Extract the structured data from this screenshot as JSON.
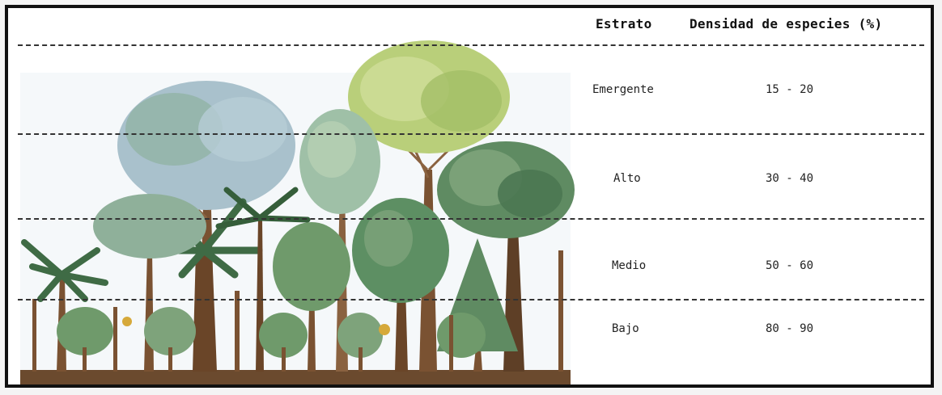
{
  "table": {
    "header_stratum": "Estrato",
    "header_density": "Densidad de especies (%)",
    "rows": [
      {
        "stratum": "Emergente",
        "density": "15 - 20"
      },
      {
        "stratum": "Alto",
        "density": "30 - 40"
      },
      {
        "stratum": "Medio",
        "density": "50 - 60"
      },
      {
        "stratum": "Bajo",
        "density": "80 - 90"
      }
    ]
  },
  "illustration": {
    "subject": "rainforest-trees-icon"
  },
  "colors": {
    "frame": "#111111",
    "dashed_line": "#333333",
    "ground": "#6b4a2e",
    "trunk": "#7a5232",
    "foliage_dark": "#3f6b45",
    "foliage_mid": "#6f9a6b",
    "foliage_light": "#b9cf7a",
    "foliage_blue": "#9cb9c6"
  }
}
